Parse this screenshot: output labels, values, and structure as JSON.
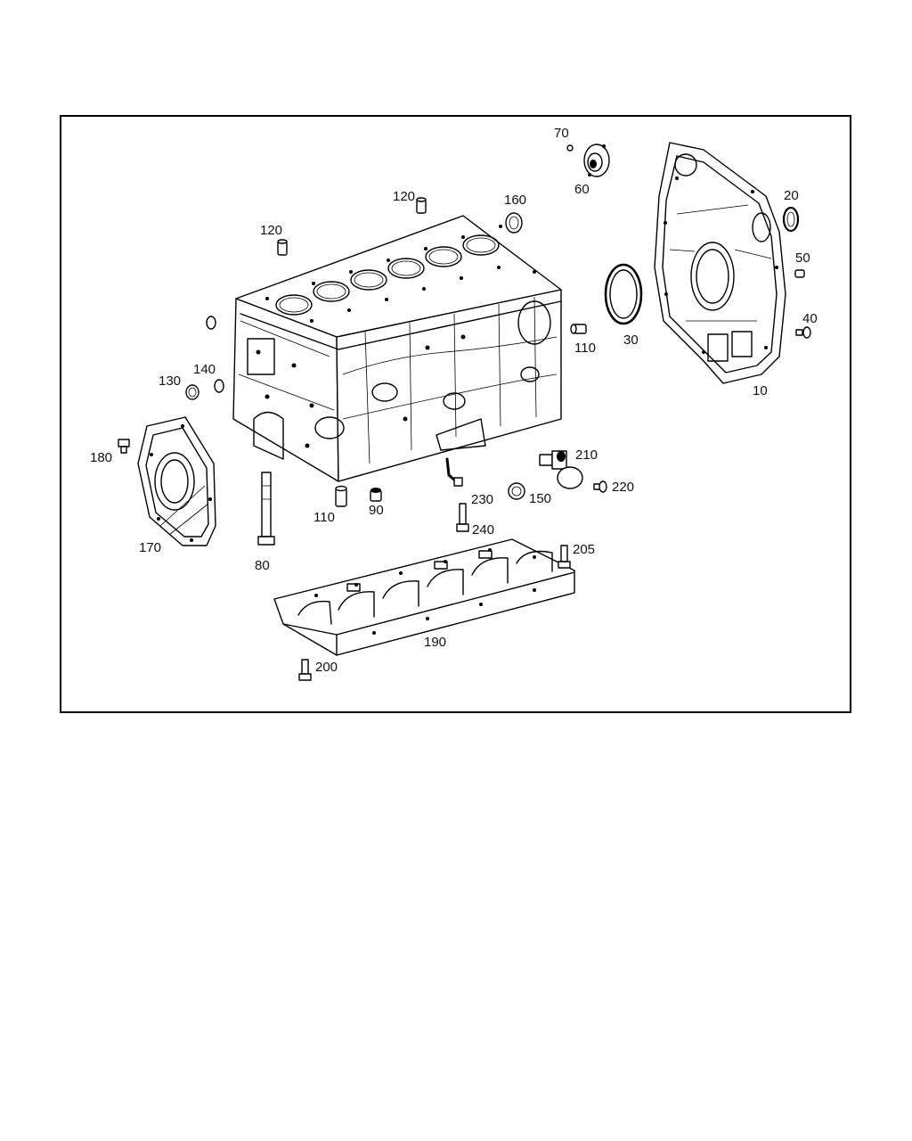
{
  "diagram": {
    "callouts": {
      "c10": "10",
      "c20": "20",
      "c30": "30",
      "c40": "40",
      "c50": "50",
      "c60": "60",
      "c70": "70",
      "c80": "80",
      "c90": "90",
      "c110a": "110",
      "c110b": "110",
      "c120a": "120",
      "c120b": "120",
      "c130": "130",
      "c140": "140",
      "c150": "150",
      "c160": "160",
      "c170": "170",
      "c180": "180",
      "c190": "190",
      "c200": "200",
      "c205": "205",
      "c210": "210",
      "c220": "220",
      "c230": "230",
      "c240": "240"
    }
  }
}
